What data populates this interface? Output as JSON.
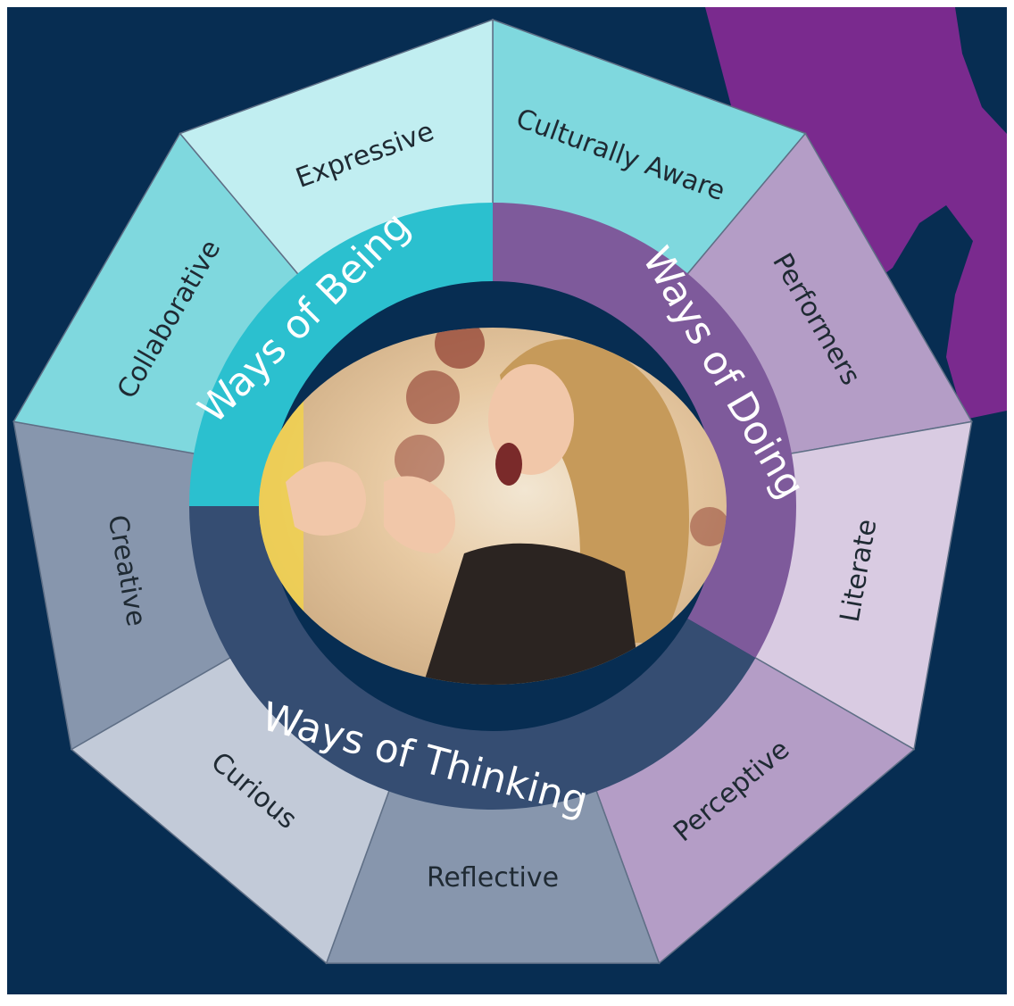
{
  "inner_categories": [
    {
      "label": "Ways of Being",
      "color": "#2bc0cf"
    },
    {
      "label": "Ways of Doing",
      "color": "#7e5a9b"
    },
    {
      "label": "Ways of Thinking",
      "color": "#354d72"
    }
  ],
  "outer_segments": [
    {
      "label": "Culturally Aware",
      "color": "#7fd8de",
      "group": "Ways of Being"
    },
    {
      "label": "Performers",
      "color": "#b49dc6",
      "group": "Ways of Doing"
    },
    {
      "label": "Literate",
      "color": "#d9cbe2",
      "group": "Ways of Doing"
    },
    {
      "label": "Perceptive",
      "color": "#b49dc6",
      "group": "Ways of Doing"
    },
    {
      "label": "Reflective",
      "color": "#8796ad",
      "group": "Ways of Thinking"
    },
    {
      "label": "Curious",
      "color": "#c2cad8",
      "group": "Ways of Thinking"
    },
    {
      "label": "Creative",
      "color": "#8796ad",
      "group": "Ways of Thinking"
    },
    {
      "label": "Collaborative",
      "color": "#7fd8de",
      "group": "Ways of Being"
    },
    {
      "label": "Expressive",
      "color": "#c1eef1",
      "group": "Ways of Being"
    }
  ],
  "colors": {
    "background": "#072d52",
    "accent_shape": "#7a2a8e",
    "outer_text": "#1f2a33",
    "inner_text": "#ffffff"
  },
  "center_image": {
    "description": "child-singing-photo"
  }
}
